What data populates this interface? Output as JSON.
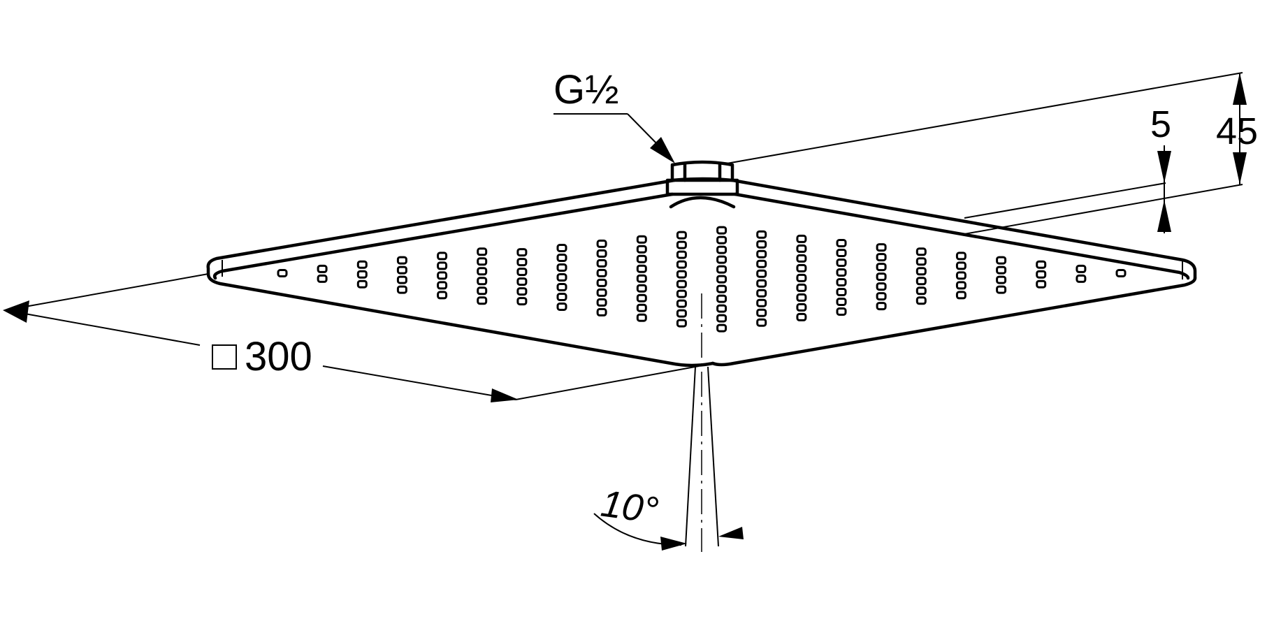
{
  "drawing": {
    "connection_label": "G½",
    "plate_thickness_label": "5",
    "total_height_label": "45",
    "width_label": "300",
    "width_symbol": "square",
    "spray_angle_label": "10°"
  },
  "nozzle_columns": [
    1,
    2,
    3,
    4,
    5,
    6,
    6,
    7,
    8,
    9,
    10,
    11,
    10,
    9,
    8,
    7,
    6,
    5,
    4,
    3,
    2,
    1
  ]
}
